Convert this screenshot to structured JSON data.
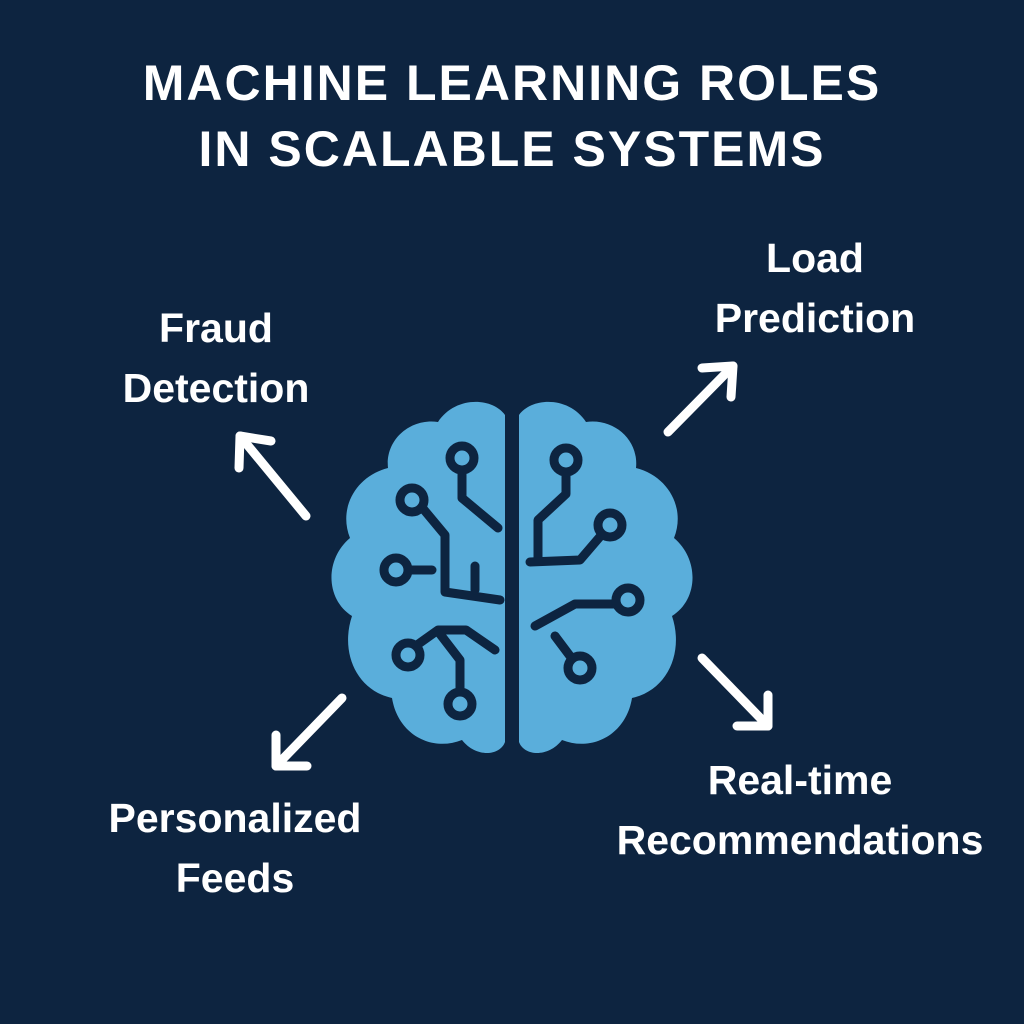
{
  "colors": {
    "background": "#0d2440",
    "brain": "#5aaedb",
    "circuit": "#0d2440",
    "text": "#ffffff"
  },
  "title": {
    "line1": "MACHINE LEARNING ROLES",
    "line2": "IN SCALABLE SYSTEMS"
  },
  "center_icon": "brain-circuit-icon",
  "roles": {
    "fraud_detection": {
      "line1": "Fraud",
      "line2": "Detection"
    },
    "load_prediction": {
      "line1": "Load",
      "line2": "Prediction"
    },
    "personalized_feeds": {
      "line1": "Personalized",
      "line2": "Feeds"
    },
    "realtime_recommendations": {
      "line1": "Real-time",
      "line2": "Recommendations"
    }
  }
}
